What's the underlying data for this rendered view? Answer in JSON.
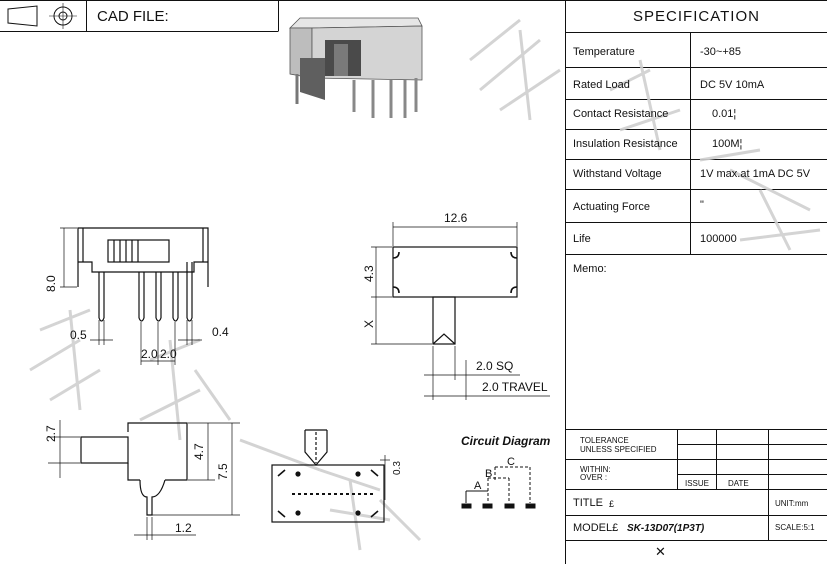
{
  "header": {
    "cad_file_label": "CAD FILE:"
  },
  "spec": {
    "title": "SPECIFICATION",
    "rows": [
      {
        "label": "Temperature",
        "value": "-30~+85"
      },
      {
        "label": "Rated Load",
        "value": "DC 5V 10mA"
      },
      {
        "label": "Contact Resistance",
        "value": "0.01¦"
      },
      {
        "label": "Insulation Resistance",
        "value": "100M¦"
      },
      {
        "label": "Withstand Voltage",
        "value": "1V max.at 1mA DC 5V"
      },
      {
        "label": "Actuating Force",
        "value": "\""
      },
      {
        "label": "Life",
        "value": "100000"
      }
    ],
    "memo_label": "Memo:"
  },
  "titleblock": {
    "tolerance_1": "TOLERANCE",
    "tolerance_2": "UNLESS SPECIFIED",
    "within": "WITHIN:",
    "over": "OVER :",
    "issue": "ISSUE",
    "date": "DATE",
    "title_label": "TITLE",
    "title_mark": "£",
    "unit": "UNIT:mm",
    "model_label": "MODEL£",
    "model_value": "SK-13D07(1P3T)",
    "scale": "SCALE:5:1",
    "close_glyph": "✕"
  },
  "drawing": {
    "dims": {
      "d_8_0": "8.0",
      "d_0_5": "0.5",
      "d_2_0a": "2.0",
      "d_2_0b": "2.0",
      "d_0_4": "0.4",
      "d_12_6": "12.6",
      "d_4_3": "4.3",
      "d_x": "X",
      "d_sq": "2.0 SQ",
      "d_travel": "2.0 TRAVEL",
      "d_2_7": "2.7",
      "d_4_7": "4.7",
      "d_7_5": "7.5",
      "d_1_2": "1.2",
      "d_0_3": "0.3"
    },
    "circuit": {
      "title": "Circuit Diagram",
      "a": "A",
      "b": "B",
      "c": "C"
    },
    "watermark": [
      "温",
      "州",
      "一",
      "键"
    ]
  },
  "colors": {
    "line": "#111111",
    "watermark": "#d9d9d9"
  }
}
